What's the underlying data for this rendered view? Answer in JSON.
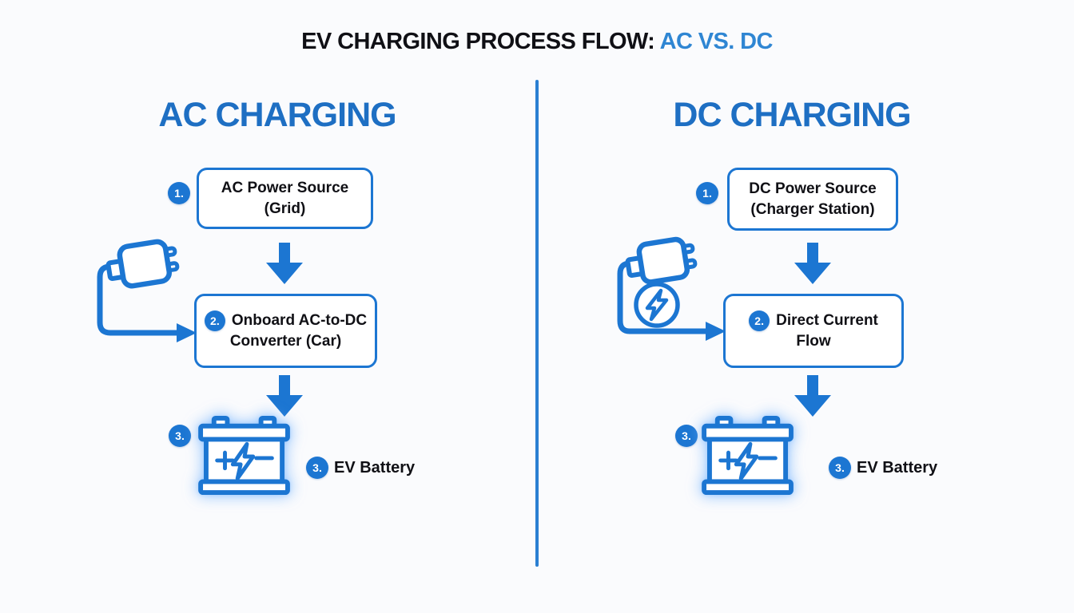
{
  "title": {
    "main": "EV CHARGING PROCESS FLOW:",
    "accent": "AC VS. DC"
  },
  "colors": {
    "accent_blue": "#1c76d2",
    "header_blue": "#1e6fc3",
    "title_accent_blue": "#2f86d3",
    "text_black": "#101015",
    "background": "#fafbfd"
  },
  "icons": {
    "plug": "ev-charging-plug-icon",
    "bolt_circle": "lightning-bolt-circle-icon",
    "battery": "ev-battery-icon",
    "down_arrow": "down-arrow-icon",
    "flow_arrow": "right-arrow-wire-icon"
  },
  "columns": [
    {
      "header": "AC CHARGING",
      "steps": [
        {
          "badge": "1.",
          "lines": [
            "AC Power Source",
            "(Grid)"
          ]
        },
        {
          "badge": "2.",
          "lines": [
            "Onboard AC-to-DC",
            "Converter (Car)"
          ]
        },
        {
          "badge": "3.",
          "label": "EV Battery"
        }
      ]
    },
    {
      "header": "DC CHARGING",
      "steps": [
        {
          "badge": "1.",
          "lines": [
            "DC Power Source",
            "(Charger Station)"
          ]
        },
        {
          "badge": "2.",
          "lines": [
            "Direct Current",
            "Flow"
          ]
        },
        {
          "badge": "3.",
          "label": "EV Battery"
        }
      ]
    }
  ]
}
